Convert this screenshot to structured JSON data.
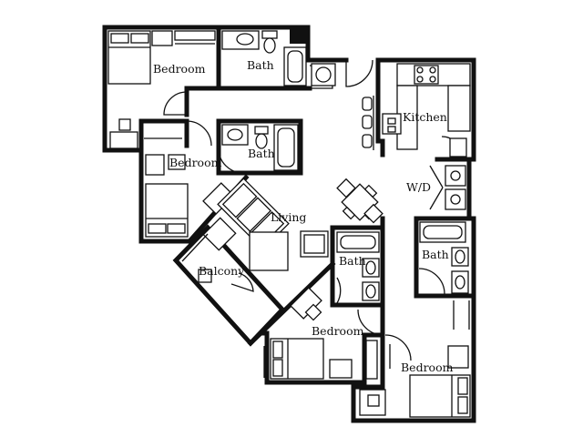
{
  "floor_plan": {
    "rooms": [
      {
        "id": "bedroom-1",
        "label": "Bedroom"
      },
      {
        "id": "bath-1",
        "label": "Bath"
      },
      {
        "id": "bedroom-2",
        "label": "Bedroom"
      },
      {
        "id": "bath-2",
        "label": "Bath"
      },
      {
        "id": "kitchen",
        "label": "Kitchen"
      },
      {
        "id": "w-d",
        "label": "W/D"
      },
      {
        "id": "living",
        "label": "Living"
      },
      {
        "id": "balcony",
        "label": "Balcony"
      },
      {
        "id": "bath-3",
        "label": "Bath"
      },
      {
        "id": "bath-4",
        "label": "Bath"
      },
      {
        "id": "bedroom-3",
        "label": "Bedroom"
      },
      {
        "id": "bedroom-4",
        "label": "Bedroom"
      }
    ],
    "colors": {
      "wall": "#111111",
      "background": "#ffffff"
    }
  }
}
